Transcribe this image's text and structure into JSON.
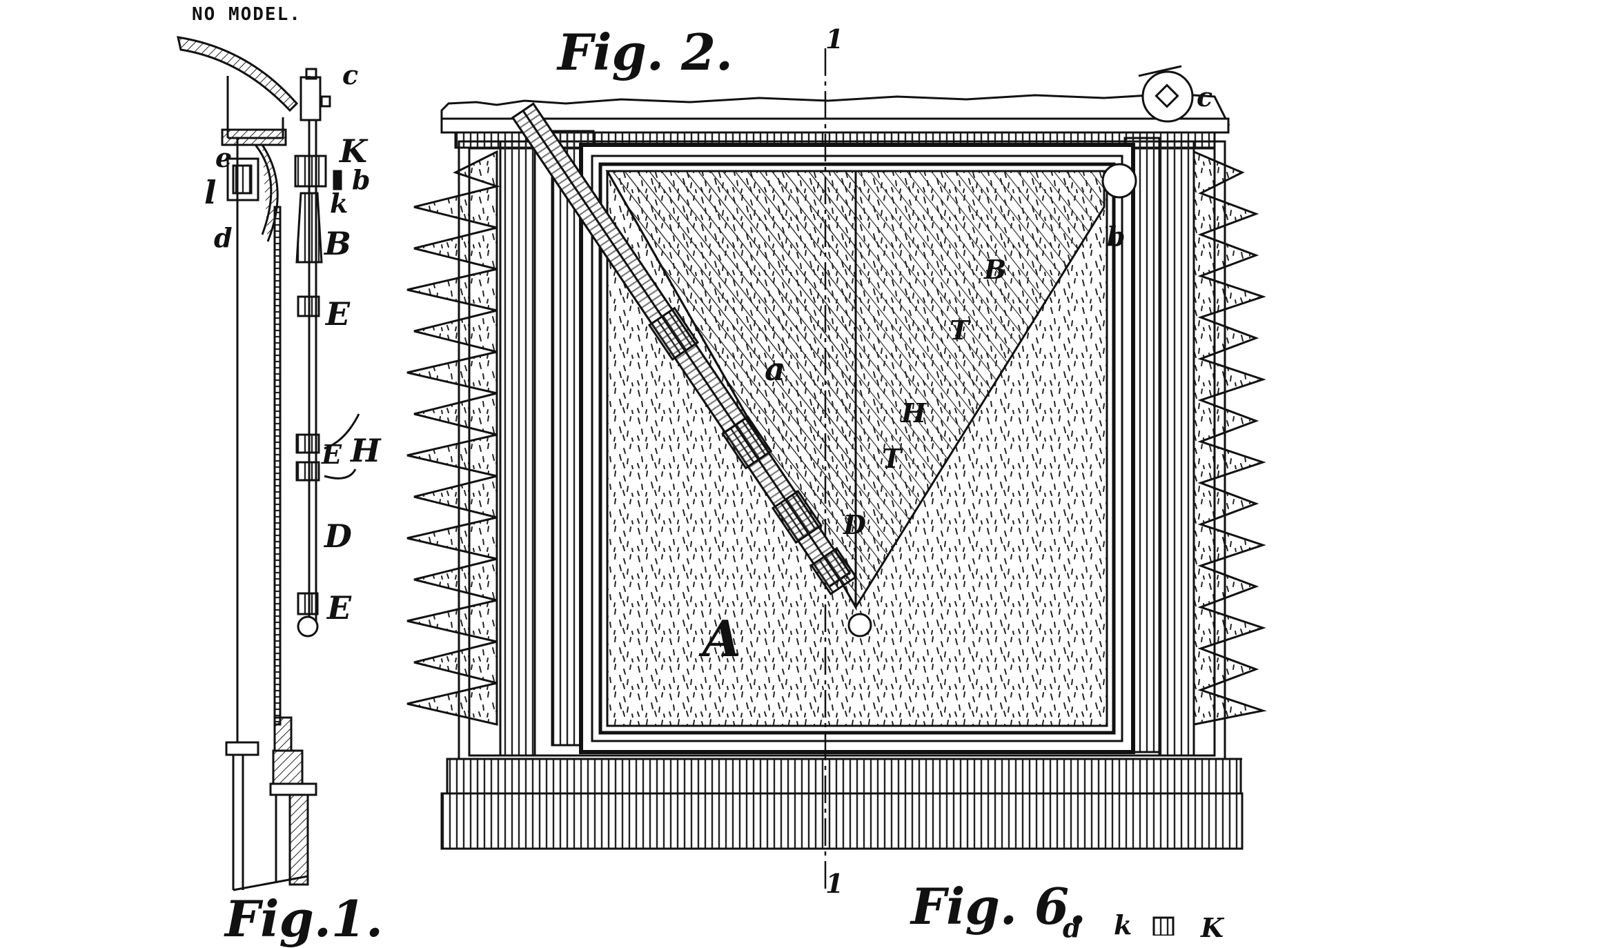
{
  "header": {
    "note": "NO MODEL."
  },
  "figure_titles": {
    "fig1": "Fig.1.",
    "fig2": "Fig. 2.",
    "fig6": "Fig. 6."
  },
  "fig1_labels": {
    "c": "c",
    "e": "e",
    "K": "K",
    "b": "b",
    "l": "l",
    "k": "k",
    "d": "d",
    "B": "B",
    "E1": "E",
    "E2": "E",
    "H": "H",
    "D": "D",
    "E3": "E"
  },
  "fig2_labels": {
    "section_top": "1",
    "section_bottom": "1",
    "c": "c",
    "b": "b",
    "B": "B",
    "T1": "T",
    "a": "a",
    "H": "H",
    "T2": "T",
    "D": "D",
    "A": "A"
  },
  "fig6_labels": {
    "d": "d",
    "k": "k",
    "K": "K"
  }
}
